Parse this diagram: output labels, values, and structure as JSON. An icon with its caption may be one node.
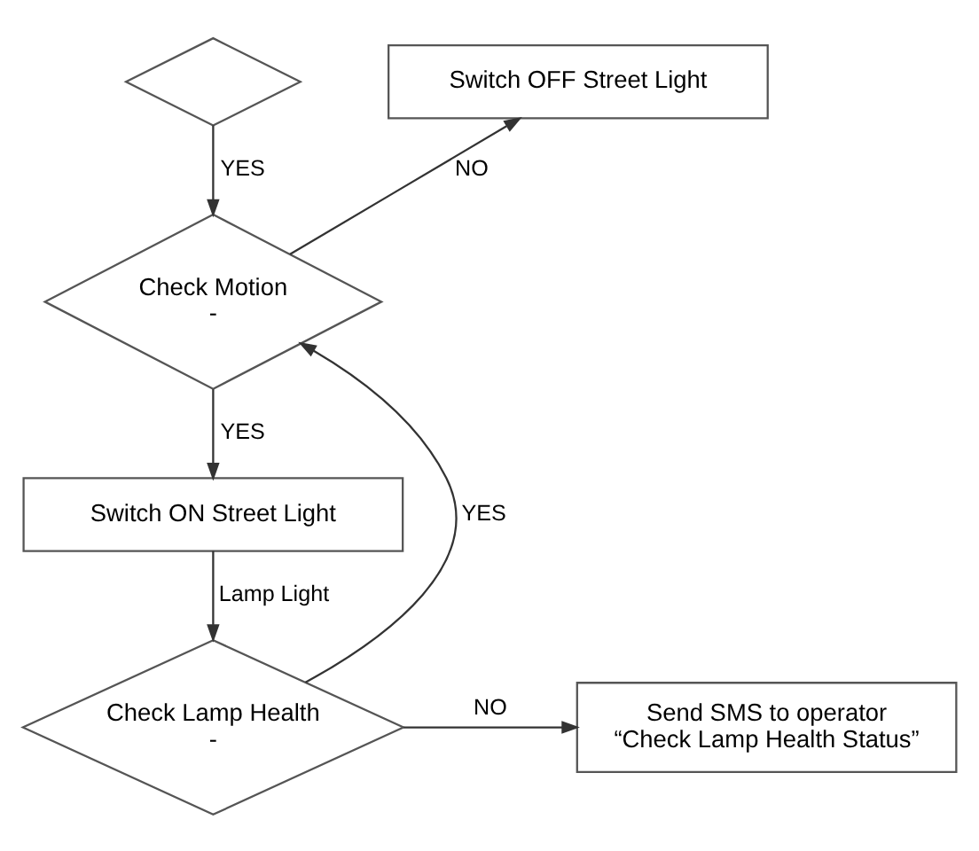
{
  "diagram": {
    "nodes": [
      {
        "text": [],
        "shape": "diamond"
      },
      {
        "text": [
          "Switch OFF Street Light"
        ]
      },
      {
        "text": [
          "Check Motion",
          "-"
        ]
      },
      {
        "text": [
          "Switch ON Street Light"
        ]
      },
      {
        "text": [
          "Check Lamp Health",
          "-"
        ]
      },
      {
        "text": [
          "Send SMS to operator",
          "“Check Lamp Health Status”"
        ]
      }
    ],
    "edges": [
      {
        "from": 0,
        "to": 2,
        "arrow": "to",
        "label": "YES"
      },
      {
        "from": 2,
        "to": 1,
        "arrow": "to",
        "label": "NO"
      },
      {
        "from": 2,
        "to": 3,
        "arrow": "to",
        "label": "YES"
      },
      {
        "from": 3,
        "to": 4,
        "arrow": "to",
        "label": "Lamp Light"
      },
      {
        "from": 4,
        "to": 5,
        "arrow": "to",
        "label": "NO"
      },
      {
        "from": 4,
        "to": 2,
        "arrow": "to",
        "label": "YES"
      }
    ]
  }
}
